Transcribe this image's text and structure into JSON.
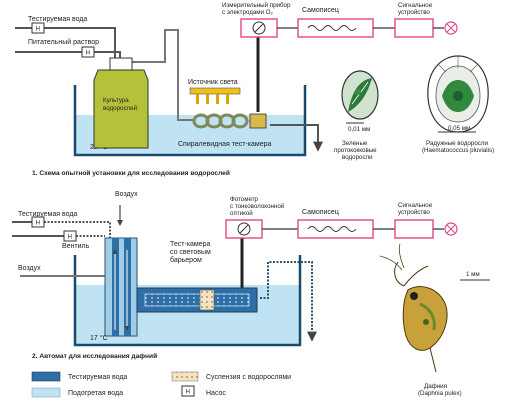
{
  "figure1": {
    "caption": "1. Схема опытной установки для исследования водорослей",
    "test_water": "Тестируемая вода",
    "nutrient_solution": "Питательный раствор",
    "measuring_device": [
      "Измерительный прибор",
      "с электродами O₂"
    ],
    "recorder": "Самописец",
    "signal_device": [
      "Сигнальное",
      "устройство"
    ],
    "light_source": "Источник света",
    "algae_culture": [
      "Культура",
      "водорослей"
    ],
    "temperature": "25 °C",
    "spiral_chamber": "Спиралевидная тест-камера",
    "pump_label": "Н",
    "green_algae": {
      "scale": "0,01 мм",
      "name": [
        "Зеленые",
        "протококковые",
        "водоросли"
      ]
    },
    "rainbow_algae": {
      "scale": "0,05 мм",
      "name": [
        "Радужные водоросли",
        "(Haematococcus pluvialis)"
      ]
    }
  },
  "figure2": {
    "caption": "2. Автомат для исследования дафний",
    "air_top": "Воздух",
    "air_left": "Воздух",
    "test_water": "Тестируемая вода",
    "valve": "Вентиль",
    "test_chamber": [
      "Тест-камера",
      "со световым",
      "барьером"
    ],
    "photometer": [
      "Фотометр",
      "с тонковолоконной",
      "оптикой"
    ],
    "recorder": "Самописец",
    "signal_device": [
      "Сигнальное",
      "устройство"
    ],
    "temperature": "17 °C",
    "scale": "1 мм",
    "daphnia": [
      "Дафния",
      "(Daphnia pulex)"
    ]
  },
  "legend": {
    "test_water": "Тестируемая вода",
    "heated_water": "Подогретая вода",
    "algae_suspension": "Суспензия с водорослями",
    "pump_symbol": "Н",
    "pump": "Насос"
  },
  "colors": {
    "test_water": "#2f6fa8",
    "heated_water": "#bfe3f2",
    "tank_line": "#1a4a6e",
    "module": "#e0458c",
    "culture": "#b4c23a",
    "light": "#f0c020",
    "spiral": "#7f8a5a",
    "pipe": "#444444"
  }
}
